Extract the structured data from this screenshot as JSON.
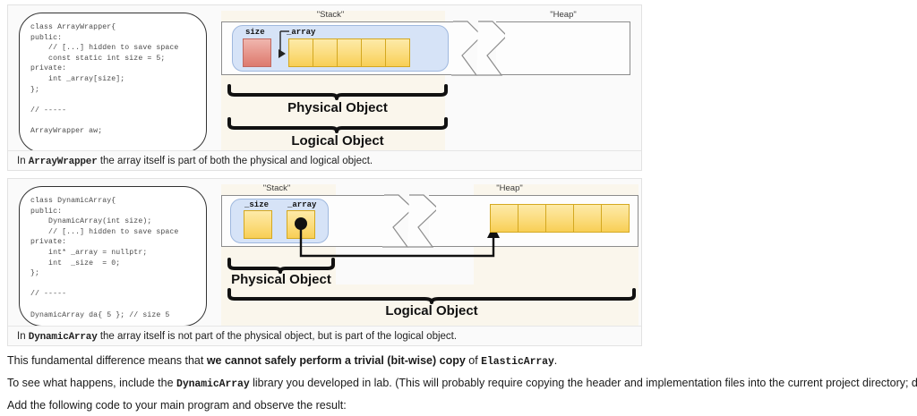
{
  "figure1": {
    "code": "class ArrayWrapper{\npublic:\n    // [...] hidden to save space\n    const static int size = 5;\nprivate:\n    int _array[size];\n};\n\n// -----\n\nArrayWrapper aw;",
    "stack_label": "\"Stack\"",
    "heap_label": "\"Heap\"",
    "var_size": "size",
    "var_array": "_array",
    "array_cells": 5,
    "physical_label": "Physical Object",
    "logical_label": "Logical Object",
    "caption_pre": "In",
    "caption_code": "ArrayWrapper",
    "caption_post": "the array itself is part of both the physical and logical object."
  },
  "figure2": {
    "code": "class DynamicArray{\npublic:\n    DynamicArray(int size);\n    // [...] hidden to save space\nprivate:\n    int* _array = nullptr;\n    int  _size  = 0;\n};\n\n// -----\n\nDynamicArray da{ 5 }; // size 5",
    "stack_label": "\"Stack\"",
    "heap_label": "\"Heap\"",
    "var_size": "_size",
    "var_array": "_array",
    "array_cells": 5,
    "physical_label": "Physical Object",
    "logical_label": "Logical Object",
    "caption_pre": "In",
    "caption_code": "DynamicArray",
    "caption_post": "the array itself is not part of the physical object, but is part of the logical object."
  },
  "body": {
    "p1_a": "This fundamental difference means that ",
    "p1_bold": "we cannot safely perform a trivial (bit-wise) copy",
    "p1_b": " of ",
    "p1_code": "ElasticArray",
    "p1_c": ".",
    "p2_a": "To see what happens, include the ",
    "p2_code": "DynamicArray",
    "p2_b": " library you developed in lab. (This will probably require copying the header and implementation files into the current project directory; do so now.)",
    "p3": "Add the following code to your main program and observe the result:"
  },
  "colors": {
    "stack_frame": "#d6e3f7",
    "cell_yellow": "#fbdc7d",
    "cell_red": "#e59186",
    "band": "#faf6ec",
    "figure_bg": "#fafafa"
  }
}
